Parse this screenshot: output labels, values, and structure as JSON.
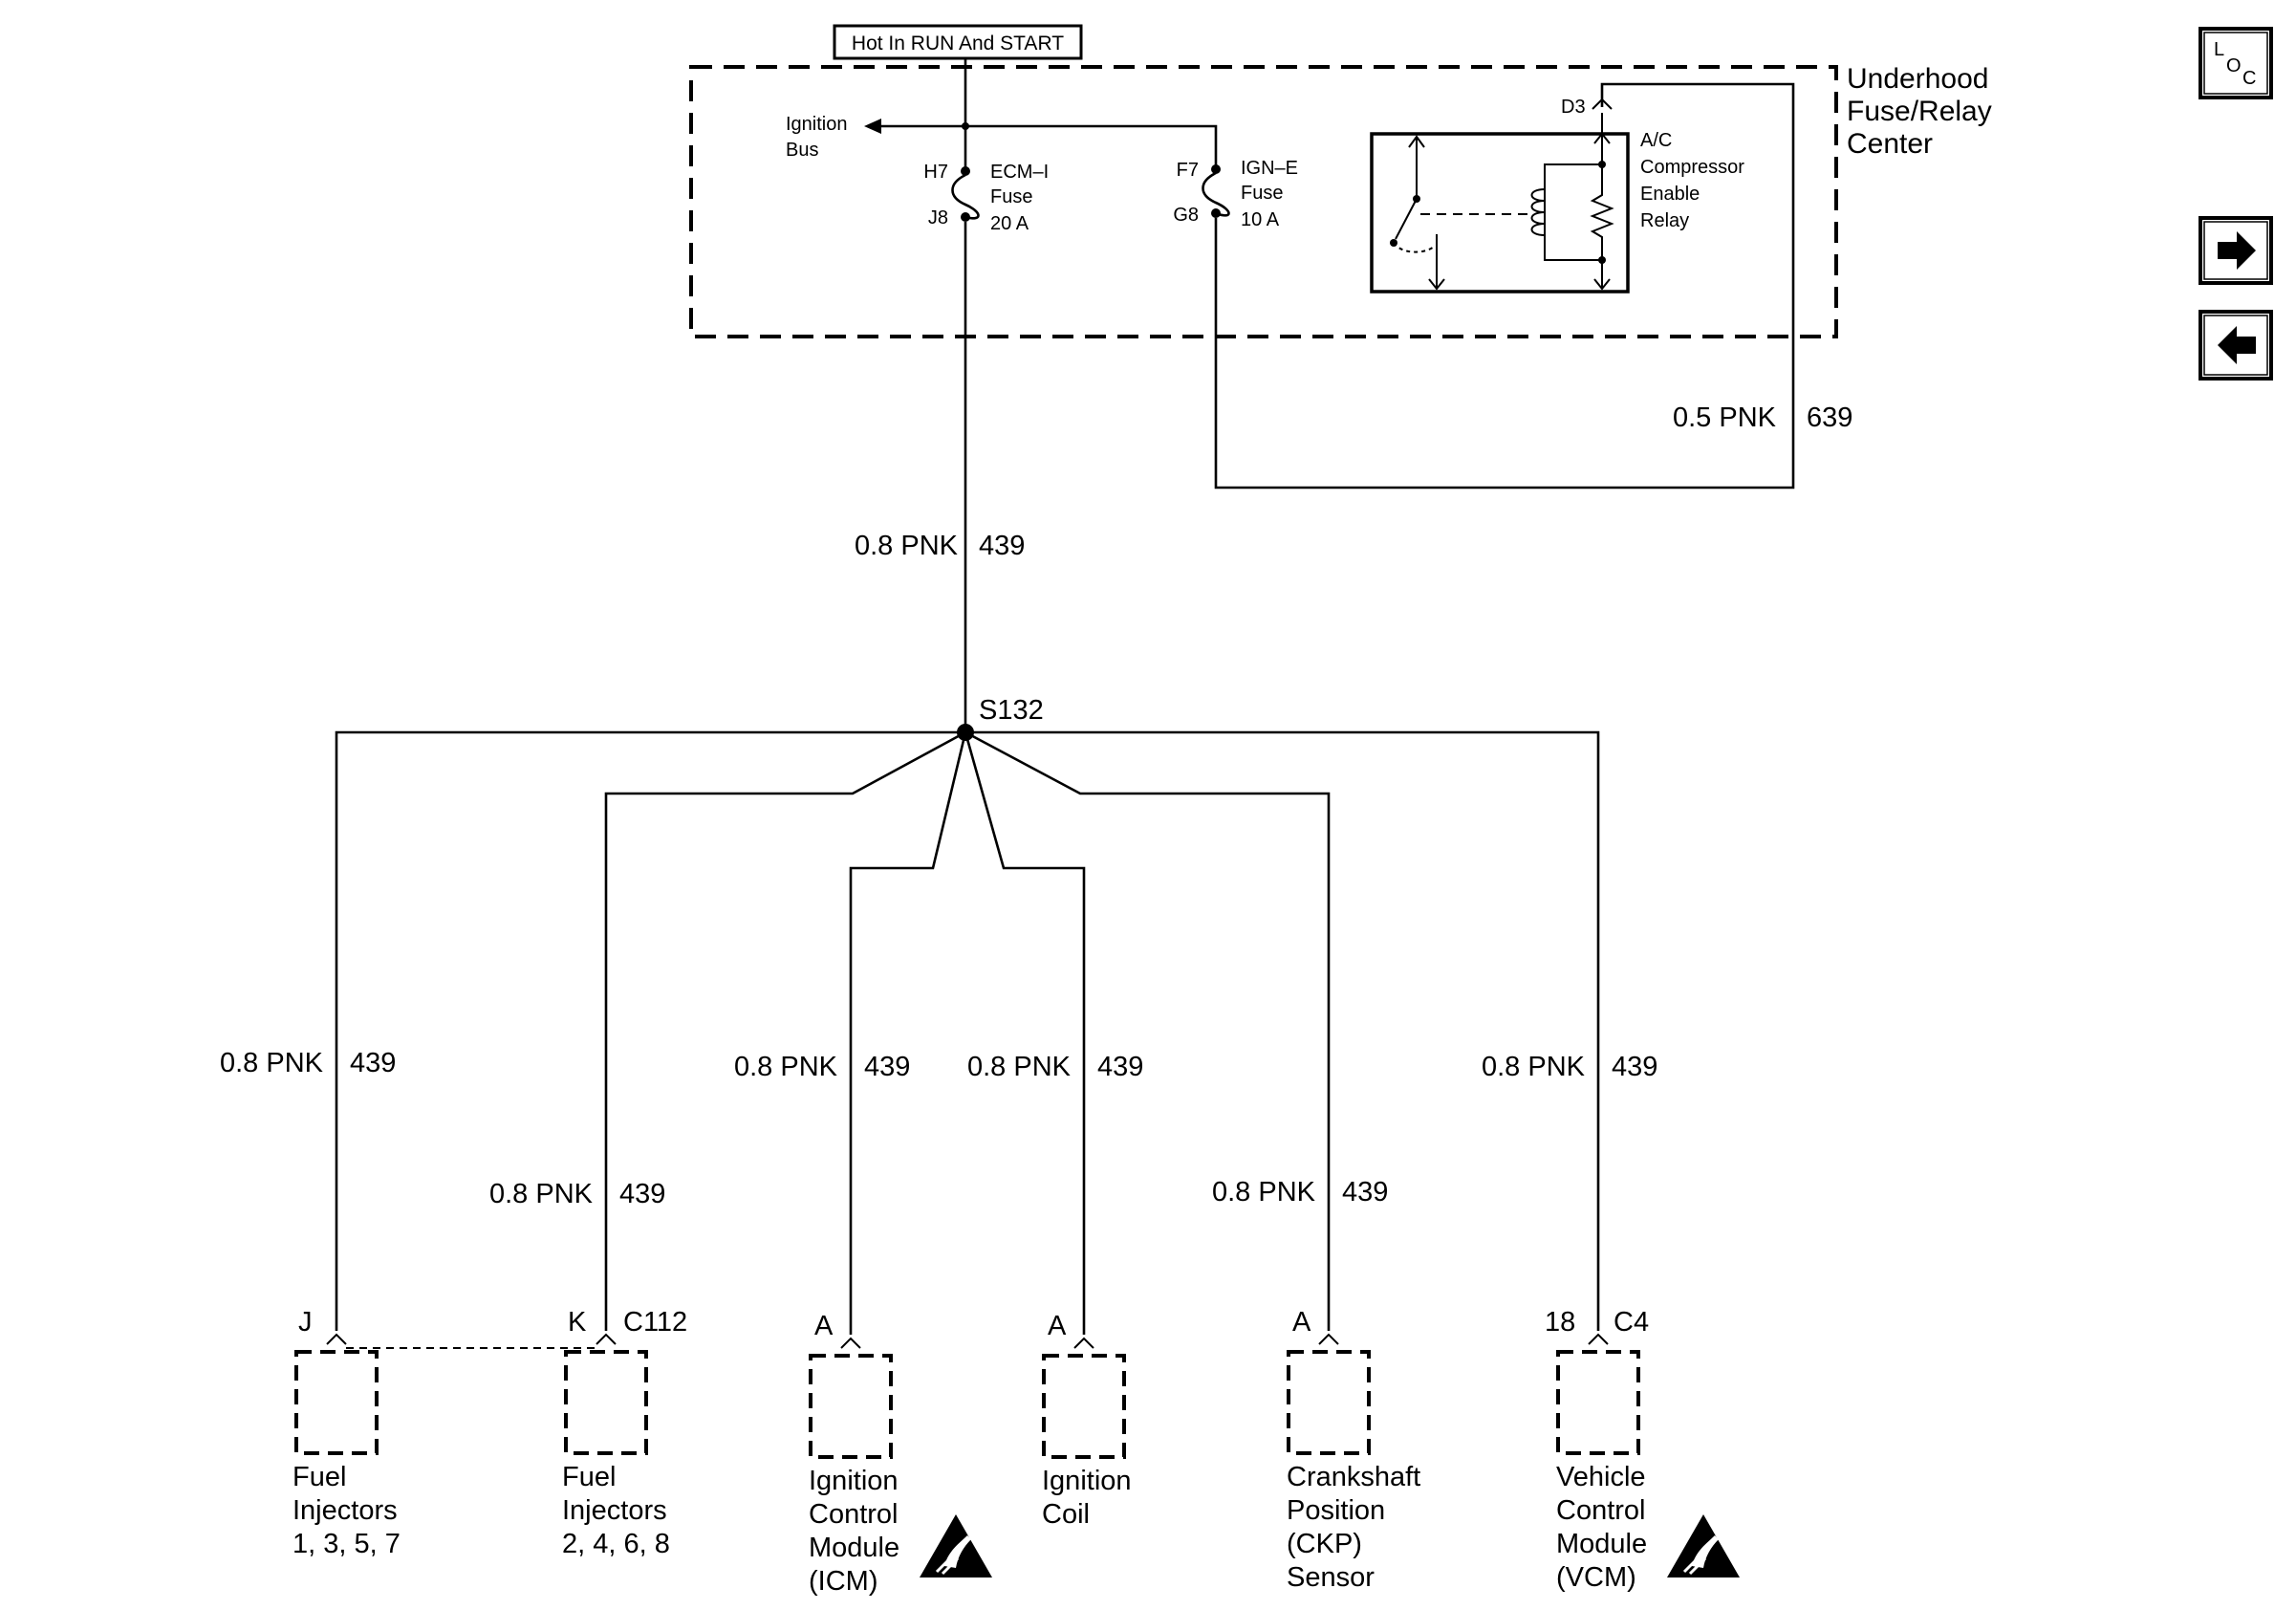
{
  "header": {
    "power_label": "Hot In RUN And START"
  },
  "fuse_box": {
    "title_lines": [
      "Underhood",
      "Fuse/Relay",
      "Center"
    ],
    "ignition_bus_lines": [
      "Ignition",
      "Bus"
    ],
    "ecm_fuse": {
      "in_pin": "H7",
      "out_pin": "J8",
      "lines": [
        "ECM–I",
        "Fuse",
        "20 A"
      ]
    },
    "ign_fuse": {
      "in_pin": "F7",
      "out_pin": "G8",
      "lines": [
        "IGN–E",
        "Fuse",
        "10 A"
      ]
    },
    "relay": {
      "pin": "D3",
      "lines": [
        "A/C",
        "Compressor",
        "Enable",
        "Relay"
      ]
    }
  },
  "wires": {
    "main": {
      "gauge_color": "0.8 PNK",
      "circuit": "439"
    },
    "relay_feed": {
      "gauge_color": "0.5 PNK",
      "circuit": "639"
    }
  },
  "splice": {
    "label": "S132"
  },
  "branches": [
    {
      "gauge_color": "0.8 PNK",
      "circuit": "439",
      "pin": "J",
      "connector": "",
      "component_lines": [
        "Fuel",
        "Injectors",
        "1, 3, 5, 7"
      ],
      "esd": false
    },
    {
      "gauge_color": "0.8 PNK",
      "circuit": "439",
      "pin": "K",
      "connector": "C112",
      "component_lines": [
        "Fuel",
        "Injectors",
        "2, 4, 6, 8"
      ],
      "esd": false
    },
    {
      "gauge_color": "0.8 PNK",
      "circuit": "439",
      "pin": "A",
      "connector": "",
      "component_lines": [
        "Ignition",
        "Control",
        "Module",
        "(ICM)"
      ],
      "esd": true
    },
    {
      "gauge_color": "0.8 PNK",
      "circuit": "439",
      "pin": "A",
      "connector": "",
      "component_lines": [
        "Ignition",
        "Coil"
      ],
      "esd": false
    },
    {
      "gauge_color": "0.8 PNK",
      "circuit": "439",
      "pin": "A",
      "connector": "",
      "component_lines": [
        "Crankshaft",
        "Position",
        "(CKP)",
        "Sensor"
      ],
      "esd": false
    },
    {
      "gauge_color": "0.8 PNK",
      "circuit": "439",
      "pin": "18",
      "connector": "C4",
      "component_lines": [
        "Vehicle",
        "Control",
        "Module",
        "(VCM)"
      ],
      "esd": true
    }
  ],
  "nav": {
    "loc_icon": "loc-icon",
    "next_icon": "arrow-right-icon",
    "prev_icon": "arrow-left-icon"
  },
  "colors": {
    "line": "#000000",
    "background": "#ffffff"
  }
}
